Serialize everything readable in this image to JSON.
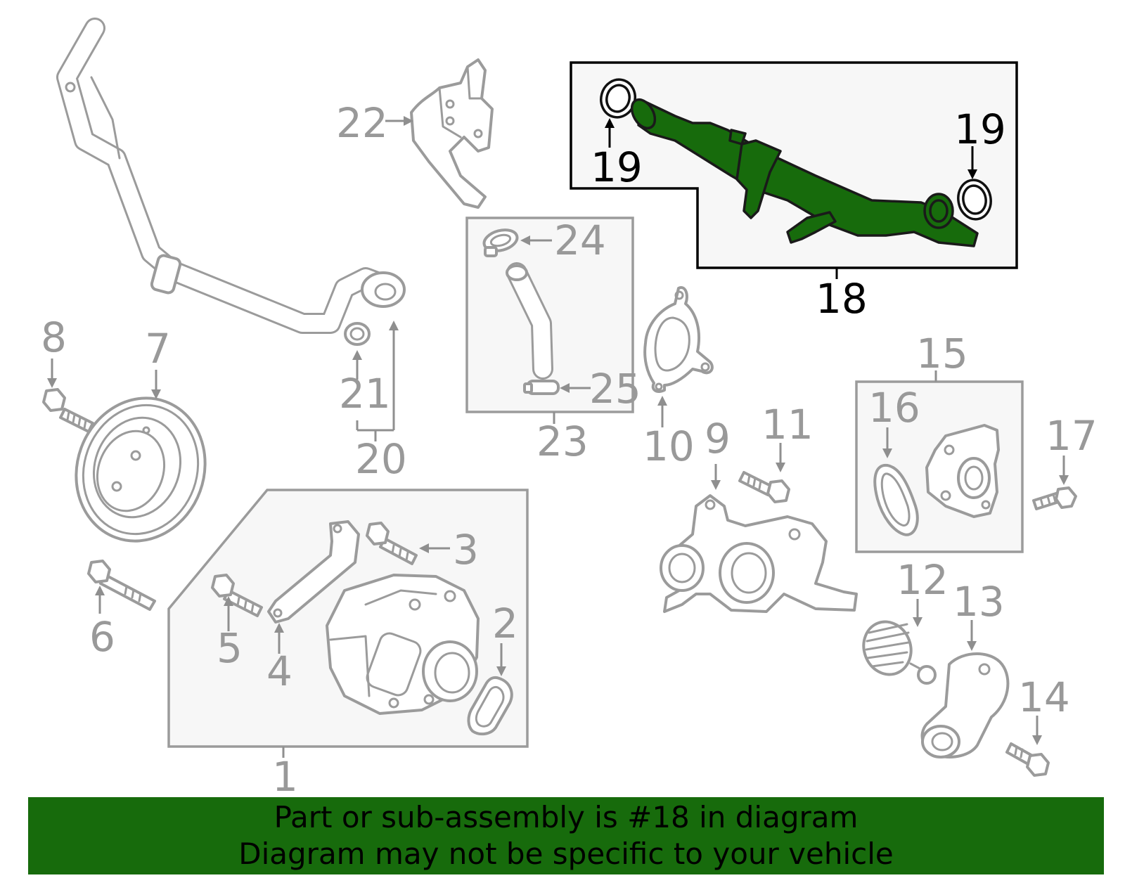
{
  "diagram": {
    "highlighted_part": "18",
    "highlight_color": "#176b0c",
    "callouts": {
      "c1": "1",
      "c2": "2",
      "c3": "3",
      "c4": "4",
      "c5": "5",
      "c6": "6",
      "c7": "7",
      "c8": "8",
      "c9": "9",
      "c10": "10",
      "c11": "11",
      "c12": "12",
      "c13": "13",
      "c14": "14",
      "c15": "15",
      "c16": "16",
      "c17": "17",
      "c18": "18",
      "c19a": "19",
      "c19b": "19",
      "c20": "20",
      "c21": "21",
      "c22": "22",
      "c23": "23",
      "c24": "24",
      "c25": "25"
    }
  },
  "banner": {
    "line1": "Part or sub-assembly is #18 in diagram",
    "line2": "Diagram may not be specific to your vehicle",
    "background": "#176b0c"
  }
}
